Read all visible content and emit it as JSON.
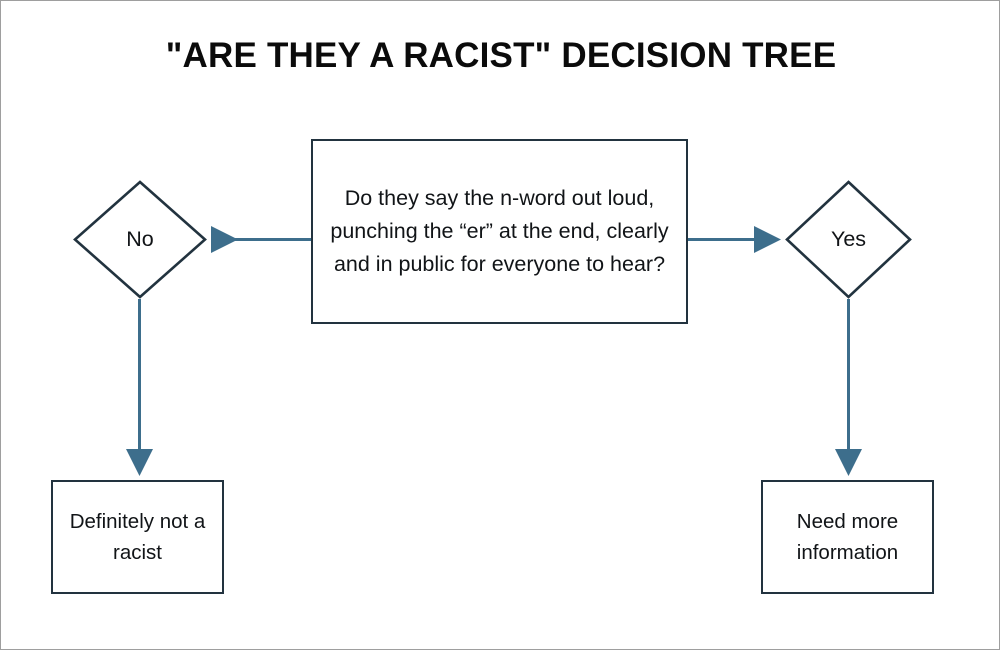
{
  "page": {
    "title": "\"ARE THEY A RACIST\" DECISION TREE",
    "frame_border_color": "#9e9e9e",
    "background_color": "#ffffff"
  },
  "colors": {
    "node_border": "#22333f",
    "connector": "#3d6e8c",
    "text": "#111417",
    "title_text": "#0b0b0b"
  },
  "diagram": {
    "type": "flowchart",
    "nodes": [
      {
        "id": "decision",
        "shape": "rectangle",
        "role": "decision-question",
        "text": "Do they say the n-word out loud, punching the “er” at the end, clearly and in public for everyone to hear?"
      },
      {
        "id": "no",
        "shape": "diamond",
        "role": "branch-label",
        "text": "No"
      },
      {
        "id": "yes",
        "shape": "diamond",
        "role": "branch-label",
        "text": "Yes"
      },
      {
        "id": "outcome_left",
        "shape": "rectangle",
        "role": "outcome",
        "text": "Definitely not a racist"
      },
      {
        "id": "outcome_right",
        "shape": "rectangle",
        "role": "outcome",
        "text": "Need more information"
      }
    ],
    "edges": [
      {
        "id": "edge-decision-to-no",
        "from": "decision",
        "to": "no",
        "direction": "left",
        "arrow": true
      },
      {
        "id": "edge-decision-to-yes",
        "from": "decision",
        "to": "yes",
        "direction": "right",
        "arrow": true
      },
      {
        "id": "edge-no-to-outcome",
        "from": "no",
        "to": "outcome_left",
        "direction": "down",
        "arrow": true
      },
      {
        "id": "edge-yes-to-outcome",
        "from": "yes",
        "to": "outcome_right",
        "direction": "down",
        "arrow": true
      }
    ]
  }
}
